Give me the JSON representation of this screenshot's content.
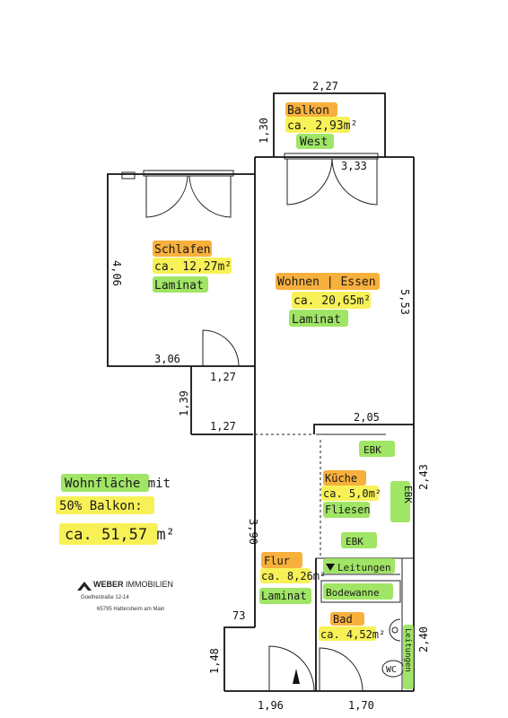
{
  "rooms": {
    "balkon": {
      "name": "Balkon",
      "area": "ca. 2,93m²",
      "note": "West"
    },
    "schlafen": {
      "name": "Schlafen",
      "area": "ca. 12,27m²",
      "floor": "Laminat"
    },
    "wohnen": {
      "name": "Wohnen | Essen",
      "area": "ca. 20,65m²",
      "floor": "Laminat"
    },
    "kueche": {
      "name": "Küche",
      "area": "ca. 5,0m²",
      "floor": "Fliesen"
    },
    "flur": {
      "name": "Flur",
      "area": "ca. 8,26m²",
      "floor": "Laminat"
    },
    "bad": {
      "name": "Bad",
      "area": "ca. 4,52m²"
    }
  },
  "fixtures": {
    "ebk": "EBK",
    "leitungen": "Leitungen",
    "bodewanne": "Bodewanne",
    "wc": "WC"
  },
  "dimensions": {
    "balkon_width": "2,27",
    "balkon_depth": "1,30",
    "wohnen_width": "3,33",
    "wohnen_depth": "5,53",
    "schlafen_depth": "4,06",
    "schlafen_width": "3,06",
    "gang_width_a": "1,27",
    "gang_depth": "1,39",
    "gang_width_b": "1,27",
    "kueche_width": "2,05",
    "kueche_depth": "2,43",
    "flur_depth": "3,90",
    "flur_step": "73",
    "flur_bottom": "1,48",
    "flur_width": "1,96",
    "bad_width": "1,70",
    "bad_depth": "2,40"
  },
  "summary": {
    "line1": "Wohnfläche mit",
    "line2": "50% Balkon:",
    "line3": "ca. 51,57 m²"
  },
  "logo": {
    "brand": "WEBER",
    "brand_suffix": "IMMOBILIEN",
    "address_line1": "Goethestraße 12-14",
    "address_line2": "65795 Hattersheim am Main"
  },
  "colors": {
    "orange_highlight": "#f7a21b",
    "yellow_highlight": "#f6ee3a",
    "green_highlight": "#8fe04a"
  }
}
